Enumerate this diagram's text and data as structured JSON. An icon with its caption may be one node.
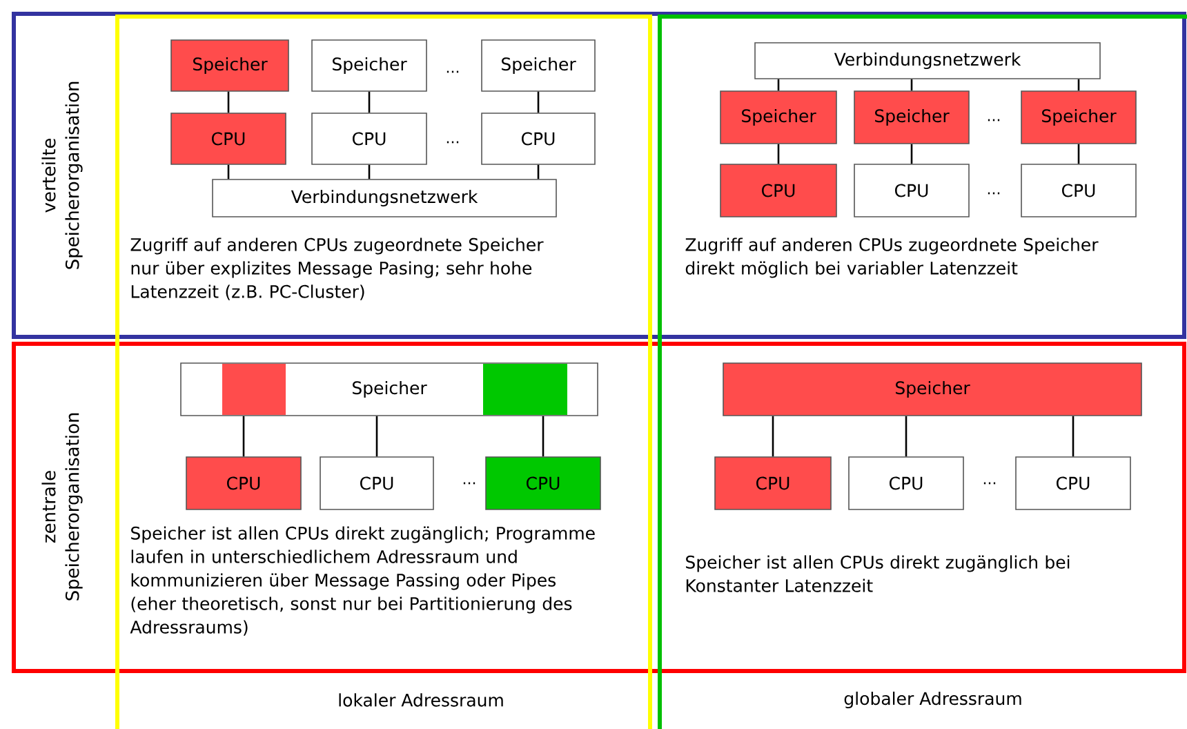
{
  "diagram": {
    "nodes": [
      {
        "text": [
          "Speicher"
        ]
      },
      {
        "text": [
          "Speicher"
        ]
      },
      {
        "text": [
          "Speicher"
        ]
      },
      {
        "text": [
          "CPU"
        ]
      },
      {
        "text": [
          "CPU"
        ]
      },
      {
        "text": [
          "CPU"
        ]
      },
      {
        "text": [
          "Verbindungsnetzwerk"
        ]
      },
      {
        "text": [
          "Verbindungsnetzwerk"
        ]
      },
      {
        "text": [
          "Speicher"
        ]
      },
      {
        "text": [
          "Speicher"
        ]
      },
      {
        "text": [
          "Speicher"
        ]
      },
      {
        "text": [
          "CPU"
        ]
      },
      {
        "text": [
          "CPU"
        ]
      },
      {
        "text": [
          "CPU"
        ]
      },
      {
        "text": [
          "Speicher"
        ]
      },
      {
        "text": [
          "CPU"
        ]
      },
      {
        "text": [
          "CPU"
        ]
      },
      {
        "text": [
          "CPU"
        ]
      },
      {
        "text": [
          "Speicher"
        ]
      },
      {
        "text": [
          "CPU"
        ]
      },
      {
        "text": [
          "CPU"
        ]
      },
      {
        "text": [
          "CPU"
        ]
      }
    ],
    "edges": [
      {
        "from": 0,
        "to": 3,
        "arrow": "none"
      },
      {
        "from": 1,
        "to": 4,
        "arrow": "none"
      },
      {
        "from": 2,
        "to": 5,
        "arrow": "none"
      },
      {
        "from": 3,
        "to": 6,
        "arrow": "none"
      },
      {
        "from": 4,
        "to": 6,
        "arrow": "none"
      },
      {
        "from": 5,
        "to": 6,
        "arrow": "none"
      },
      {
        "from": 7,
        "to": 8,
        "arrow": "none"
      },
      {
        "from": 7,
        "to": 9,
        "arrow": "none"
      },
      {
        "from": 7,
        "to": 10,
        "arrow": "none"
      },
      {
        "from": 8,
        "to": 11,
        "arrow": "none"
      },
      {
        "from": 9,
        "to": 12,
        "arrow": "none"
      },
      {
        "from": 10,
        "to": 13,
        "arrow": "none"
      },
      {
        "from": 14,
        "to": 15,
        "arrow": "none"
      },
      {
        "from": 14,
        "to": 16,
        "arrow": "none"
      },
      {
        "from": 14,
        "to": 17,
        "arrow": "none"
      },
      {
        "from": 18,
        "to": 19,
        "arrow": "none"
      },
      {
        "from": 18,
        "to": 20,
        "arrow": "none"
      },
      {
        "from": 18,
        "to": 21,
        "arrow": "none"
      }
    ],
    "labels": [
      "verteilte Speicherorganisation",
      "...",
      "...",
      "Zugriff auf anderen CPUs zugeordnete Speicher nur über explizites Message Pasing; sehr hohe Latenzzeit (z.B. PC-Cluster)",
      "...",
      "...",
      "Zugriff auf anderen CPUs zugeordnete Speicher direkt möglich bei variabler Latenzzeit",
      "zentrale Speicherorganisation",
      "...",
      "Speicher ist allen CPUs direkt zugänglich; Programme laufen in unterschiedlichem Adressraum und kommunizieren über Message Passing oder Pipes (eher theoretisch, sonst nur bei Partitionierung des Adressraums)",
      "...",
      "Speicher ist allen CPUs direkt zugänglich bei Konstanter Latenzzeit",
      "lokaler Adressraum",
      "globaler Adressraum"
    ]
  }
}
